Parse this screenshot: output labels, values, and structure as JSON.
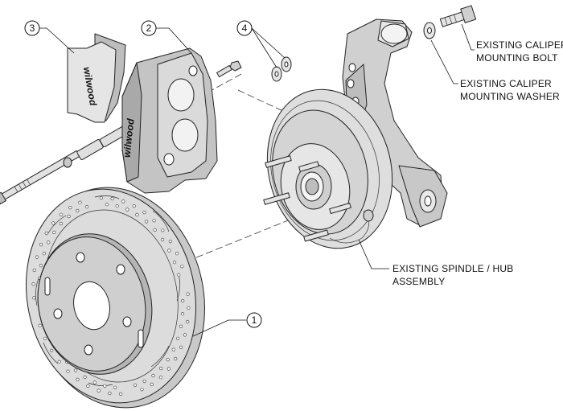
{
  "callouts": {
    "rotor": "1",
    "caliper": "2",
    "pads": "3",
    "hardware": "4"
  },
  "labels": {
    "bolt_line1": "EXISTING CALIPER",
    "bolt_line2": "MOUNTING BOLT",
    "washer_line1": "EXISTING CALIPER",
    "washer_line2": "MOUNTING WASHER",
    "spindle_line1": "EXISTING SPINDLE / HUB",
    "spindle_line2": "ASSEMBLY"
  },
  "brand": {
    "pad_logo": "wilwood",
    "caliper_logo": "wilwood"
  },
  "colors": {
    "part_fill": "#d4d4d4",
    "part_dark": "#a9a9a9",
    "part_light": "#e8e8e8",
    "line": "#222222",
    "background": "#ffffff"
  }
}
